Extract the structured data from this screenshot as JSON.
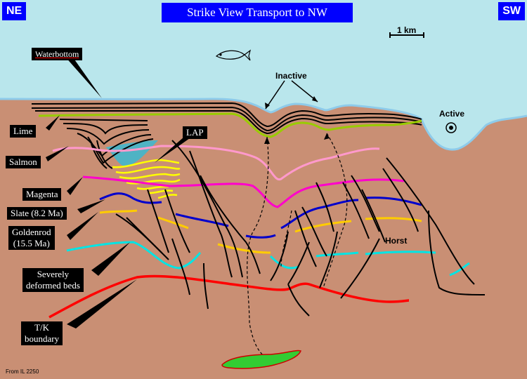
{
  "header": {
    "title": "Strike View Transport to NW",
    "left_label": "NE",
    "right_label": "SW"
  },
  "scale_bar": {
    "label": "1 km"
  },
  "labels": {
    "waterbottom": "Waterbottom",
    "lime": "Lime",
    "salmon": "Salmon",
    "magenta": "Magenta",
    "slate": "Slate (8.2 Ma)",
    "goldenrod_line1": "Goldenrod",
    "goldenrod_line2": "(15.5 Ma)",
    "deformed_line1": "Severely",
    "deformed_line2": "deformed beds",
    "tk_line1": "T/K",
    "tk_line2": "boundary",
    "lap": "LAP",
    "inactive": "Inactive",
    "active": "Active",
    "horst": "Horst"
  },
  "footer": {
    "source": "From IL 2250"
  },
  "colors": {
    "water": "#b9e6ec",
    "sediment": "#c98f74",
    "waterbottom_line": "#8ecbea",
    "lime": "#99cc00",
    "salmon": "#ff99cc",
    "magenta": "#ff00cc",
    "slate": "#0000cc",
    "goldenrod": "#ffcc00",
    "cyan": "#00e5e5",
    "tk_boundary": "#ff0000",
    "lap_fill": "#4fb3c4",
    "lap_horizons": "#ffff00",
    "salt_body": "#33cc33",
    "label_bg": "#000000",
    "header_bg": "#0000ff"
  },
  "icons": {
    "fish": "fish-icon",
    "active_marker": "out-of-page-arrow-icon"
  }
}
